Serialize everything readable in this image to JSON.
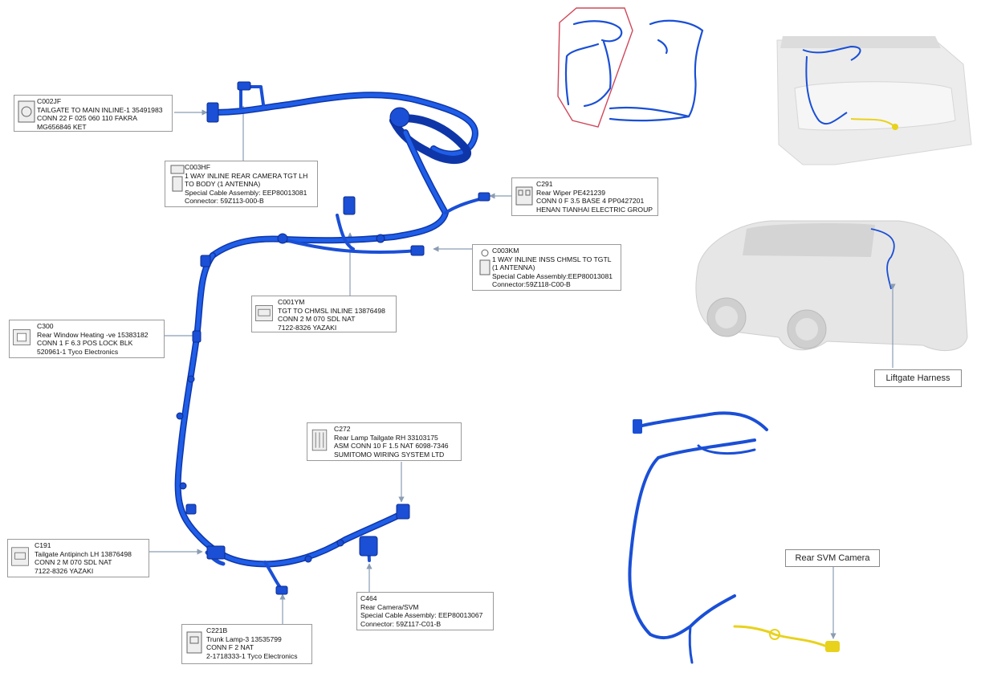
{
  "callouts": {
    "c002jf": {
      "code": "C002JF",
      "l1": "TAILGATE TO MAIN INLINE-1 35491983",
      "l2": "CONN 22 F 025 060 110 FAKRA",
      "l3": "MG656846 KET"
    },
    "c003hf": {
      "code": "C003HF",
      "l1": "1 WAY INLINE REAR CAMERA TGT LH",
      "l2": "TO BODY (1 ANTENNA)",
      "l3": "Special Cable Assembly: EEP80013081",
      "l4": "Connector: 59Z113-000-B"
    },
    "c291": {
      "code": "C291",
      "l1": "Rear Wiper PE421239",
      "l2": "CONN 0 F 3.5 BASE 4 PP0427201",
      "l3": "HENAN TIANHAI ELECTRIC GROUP"
    },
    "c003km": {
      "code": "C003KM",
      "l1": "1 WAY INLINE INSS CHMSL TO TGTL",
      "l2": "(1 ANTENNA)",
      "l3": "Special Cable Assembly:EEP80013081",
      "l4": "Connector:59Z118-C00-B"
    },
    "c001ym": {
      "code": "C001YM",
      "l1": "TGT TO CHMSL INLINE 13876498",
      "l2": "CONN 2 M 070 SDL NAT",
      "l3": "7122-8326 YAZAKI"
    },
    "c300": {
      "code": "C300",
      "l1": "Rear Window Heating -ve 15383182",
      "l2": "CONN 1 F 6.3 POS LOCK BLK",
      "l3": "520961-1 Tyco Electronics"
    },
    "c272": {
      "code": "C272",
      "l1": "Rear Lamp Tailgate RH 33103175",
      "l2": "ASM CONN 10 F 1.5 NAT 6098-7346",
      "l3": "SUMITOMO WIRING SYSTEM LTD"
    },
    "c191": {
      "code": "C191",
      "l1": "Tailgate Antipinch LH 13876498",
      "l2": "CONN 2 M 070 SDL NAT",
      "l3": "7122-8326 YAZAKI"
    },
    "c464": {
      "code": "C464",
      "l1": "Rear Camera/SVM",
      "l2": "Special Cable Assembly: EEP80013067",
      "l3": "Connector: 59Z117-C01-B"
    },
    "c221b": {
      "code": "C221B",
      "l1": "Trunk Lamp-3 13535799",
      "l2": "CONN F 2 NAT",
      "l3": "2-1718333-1 Tyco Electronics"
    }
  },
  "tags": {
    "liftgate": "Liftgate Harness",
    "rear_svm": "Rear SVM Camera"
  },
  "colors": {
    "harness": "#1a4fd6",
    "harness_dark": "#0f36a8",
    "camera_cable": "#e8d21c",
    "leader": "#8a9db3",
    "highlight_box": "#d0485a"
  }
}
